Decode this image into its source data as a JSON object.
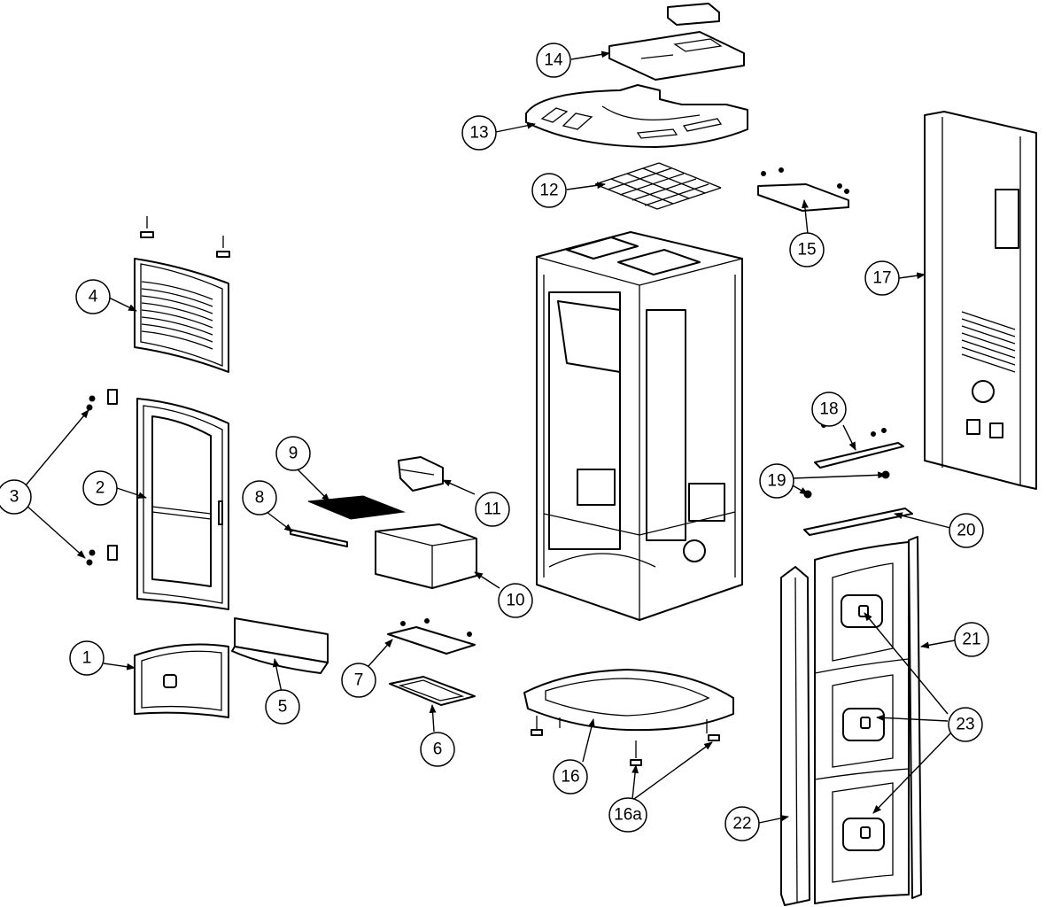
{
  "callouts": [
    {
      "id": "1",
      "label": "1"
    },
    {
      "id": "2",
      "label": "2"
    },
    {
      "id": "3",
      "label": "3"
    },
    {
      "id": "4",
      "label": "4"
    },
    {
      "id": "5",
      "label": "5"
    },
    {
      "id": "6",
      "label": "6"
    },
    {
      "id": "7",
      "label": "7"
    },
    {
      "id": "8",
      "label": "8"
    },
    {
      "id": "9",
      "label": "9"
    },
    {
      "id": "10",
      "label": "10"
    },
    {
      "id": "11",
      "label": "11"
    },
    {
      "id": "12",
      "label": "12"
    },
    {
      "id": "13",
      "label": "13"
    },
    {
      "id": "14",
      "label": "14"
    },
    {
      "id": "15",
      "label": "15"
    },
    {
      "id": "16",
      "label": "16"
    },
    {
      "id": "16a",
      "label": "16a"
    },
    {
      "id": "17",
      "label": "17"
    },
    {
      "id": "18",
      "label": "18"
    },
    {
      "id": "19",
      "label": "19"
    },
    {
      "id": "20",
      "label": "20"
    },
    {
      "id": "21",
      "label": "21"
    },
    {
      "id": "22",
      "label": "22"
    },
    {
      "id": "23",
      "label": "23"
    }
  ]
}
